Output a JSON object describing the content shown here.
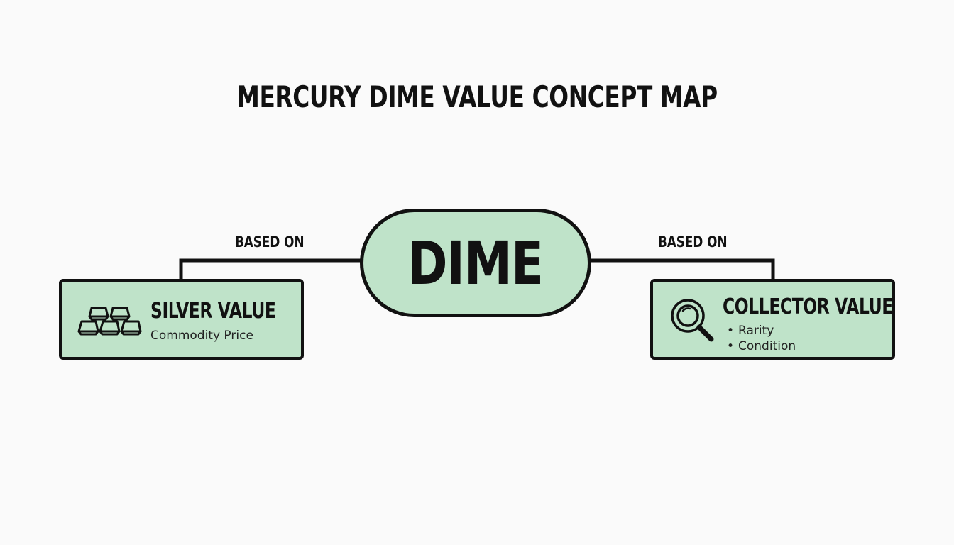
{
  "title": "MERCURY DIME VALUE CONCEPT MAP",
  "center": {
    "label": "DIME"
  },
  "edges": [
    {
      "label": "BASED ON"
    },
    {
      "label": "BASED ON"
    }
  ],
  "nodes": {
    "silver": {
      "title": "SILVER VALUE",
      "subtitle": "Commodity Price",
      "icon": "silver-bars-icon"
    },
    "collector": {
      "title": "COLLECTOR VALUE",
      "items": [
        "Rarity",
        "Condition"
      ],
      "icon": "magnifier-icon"
    }
  },
  "colors": {
    "node_fill": "#bfe3c9",
    "stroke": "#111111",
    "background": "#fafafa"
  }
}
